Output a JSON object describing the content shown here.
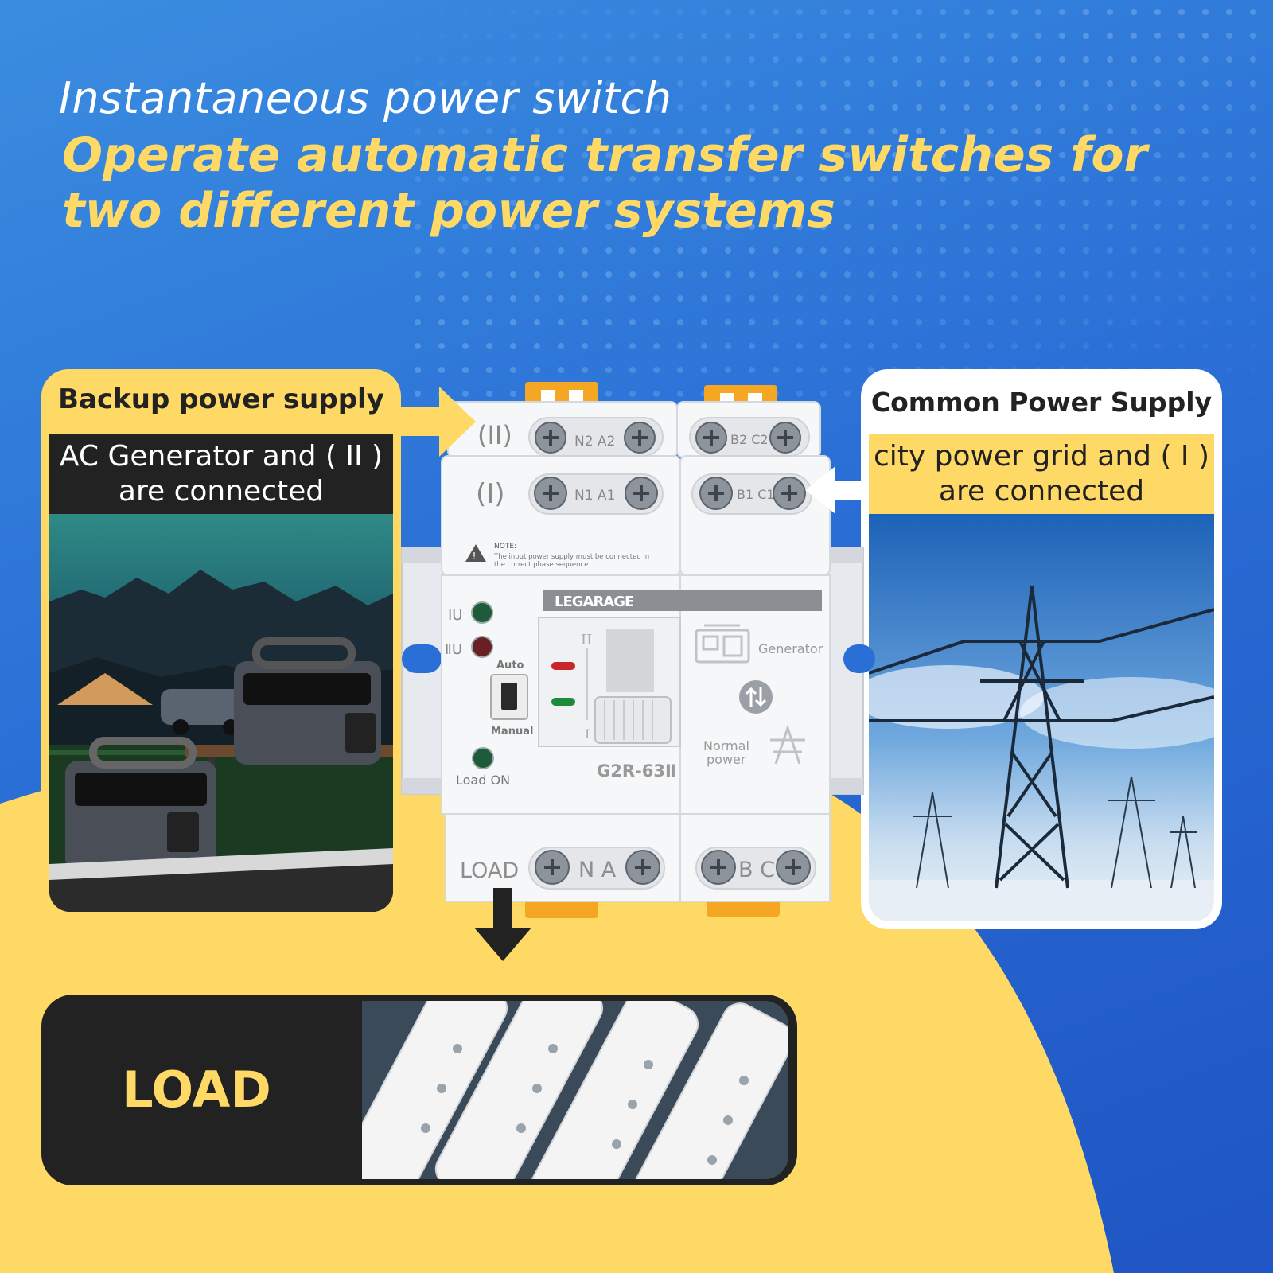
{
  "headline": {
    "line1": "Instantaneous power switch",
    "line2": "Operate automatic transfer switches for two different power systems"
  },
  "backup": {
    "title": "Backup power supply",
    "sub_line1": "AC Generator and ( II )",
    "sub_line2": "are connected"
  },
  "common": {
    "title": "Common Power Supply",
    "sub_line1": "city power grid and ( I )",
    "sub_line2": "are connected"
  },
  "load": {
    "label": "LOAD"
  },
  "device": {
    "brand": "LEGARAGE",
    "model": "G2R-63Ⅱ",
    "terminal_row2_label": "(II)",
    "terminal_row2_left": "N2 A2",
    "terminal_row2_right": "B2 C2",
    "terminal_row1_label": "(I)",
    "terminal_row1_left": "N1 A1",
    "terminal_row1_right": "B1 C1",
    "note_title": "NOTE:",
    "note_line1": "The input power supply must be connected in",
    "note_line2": "the correct phase sequence",
    "ind_iu": "IU",
    "ind_iiu": "ⅡU",
    "auto": "Auto",
    "manual": "Manual",
    "load_on": "Load ON",
    "generator": "Generator",
    "normal1": "Normal",
    "normal2": "power",
    "lever_top": "II",
    "lever_bottom": "I",
    "bottom_load": "LOAD",
    "bottom_left": "N A",
    "bottom_right": "B C"
  },
  "colors": {
    "blue_bg": "#2a6fd6",
    "yellow": "#ffd966",
    "dark": "#222222",
    "orange_clip": "#f5a623"
  }
}
